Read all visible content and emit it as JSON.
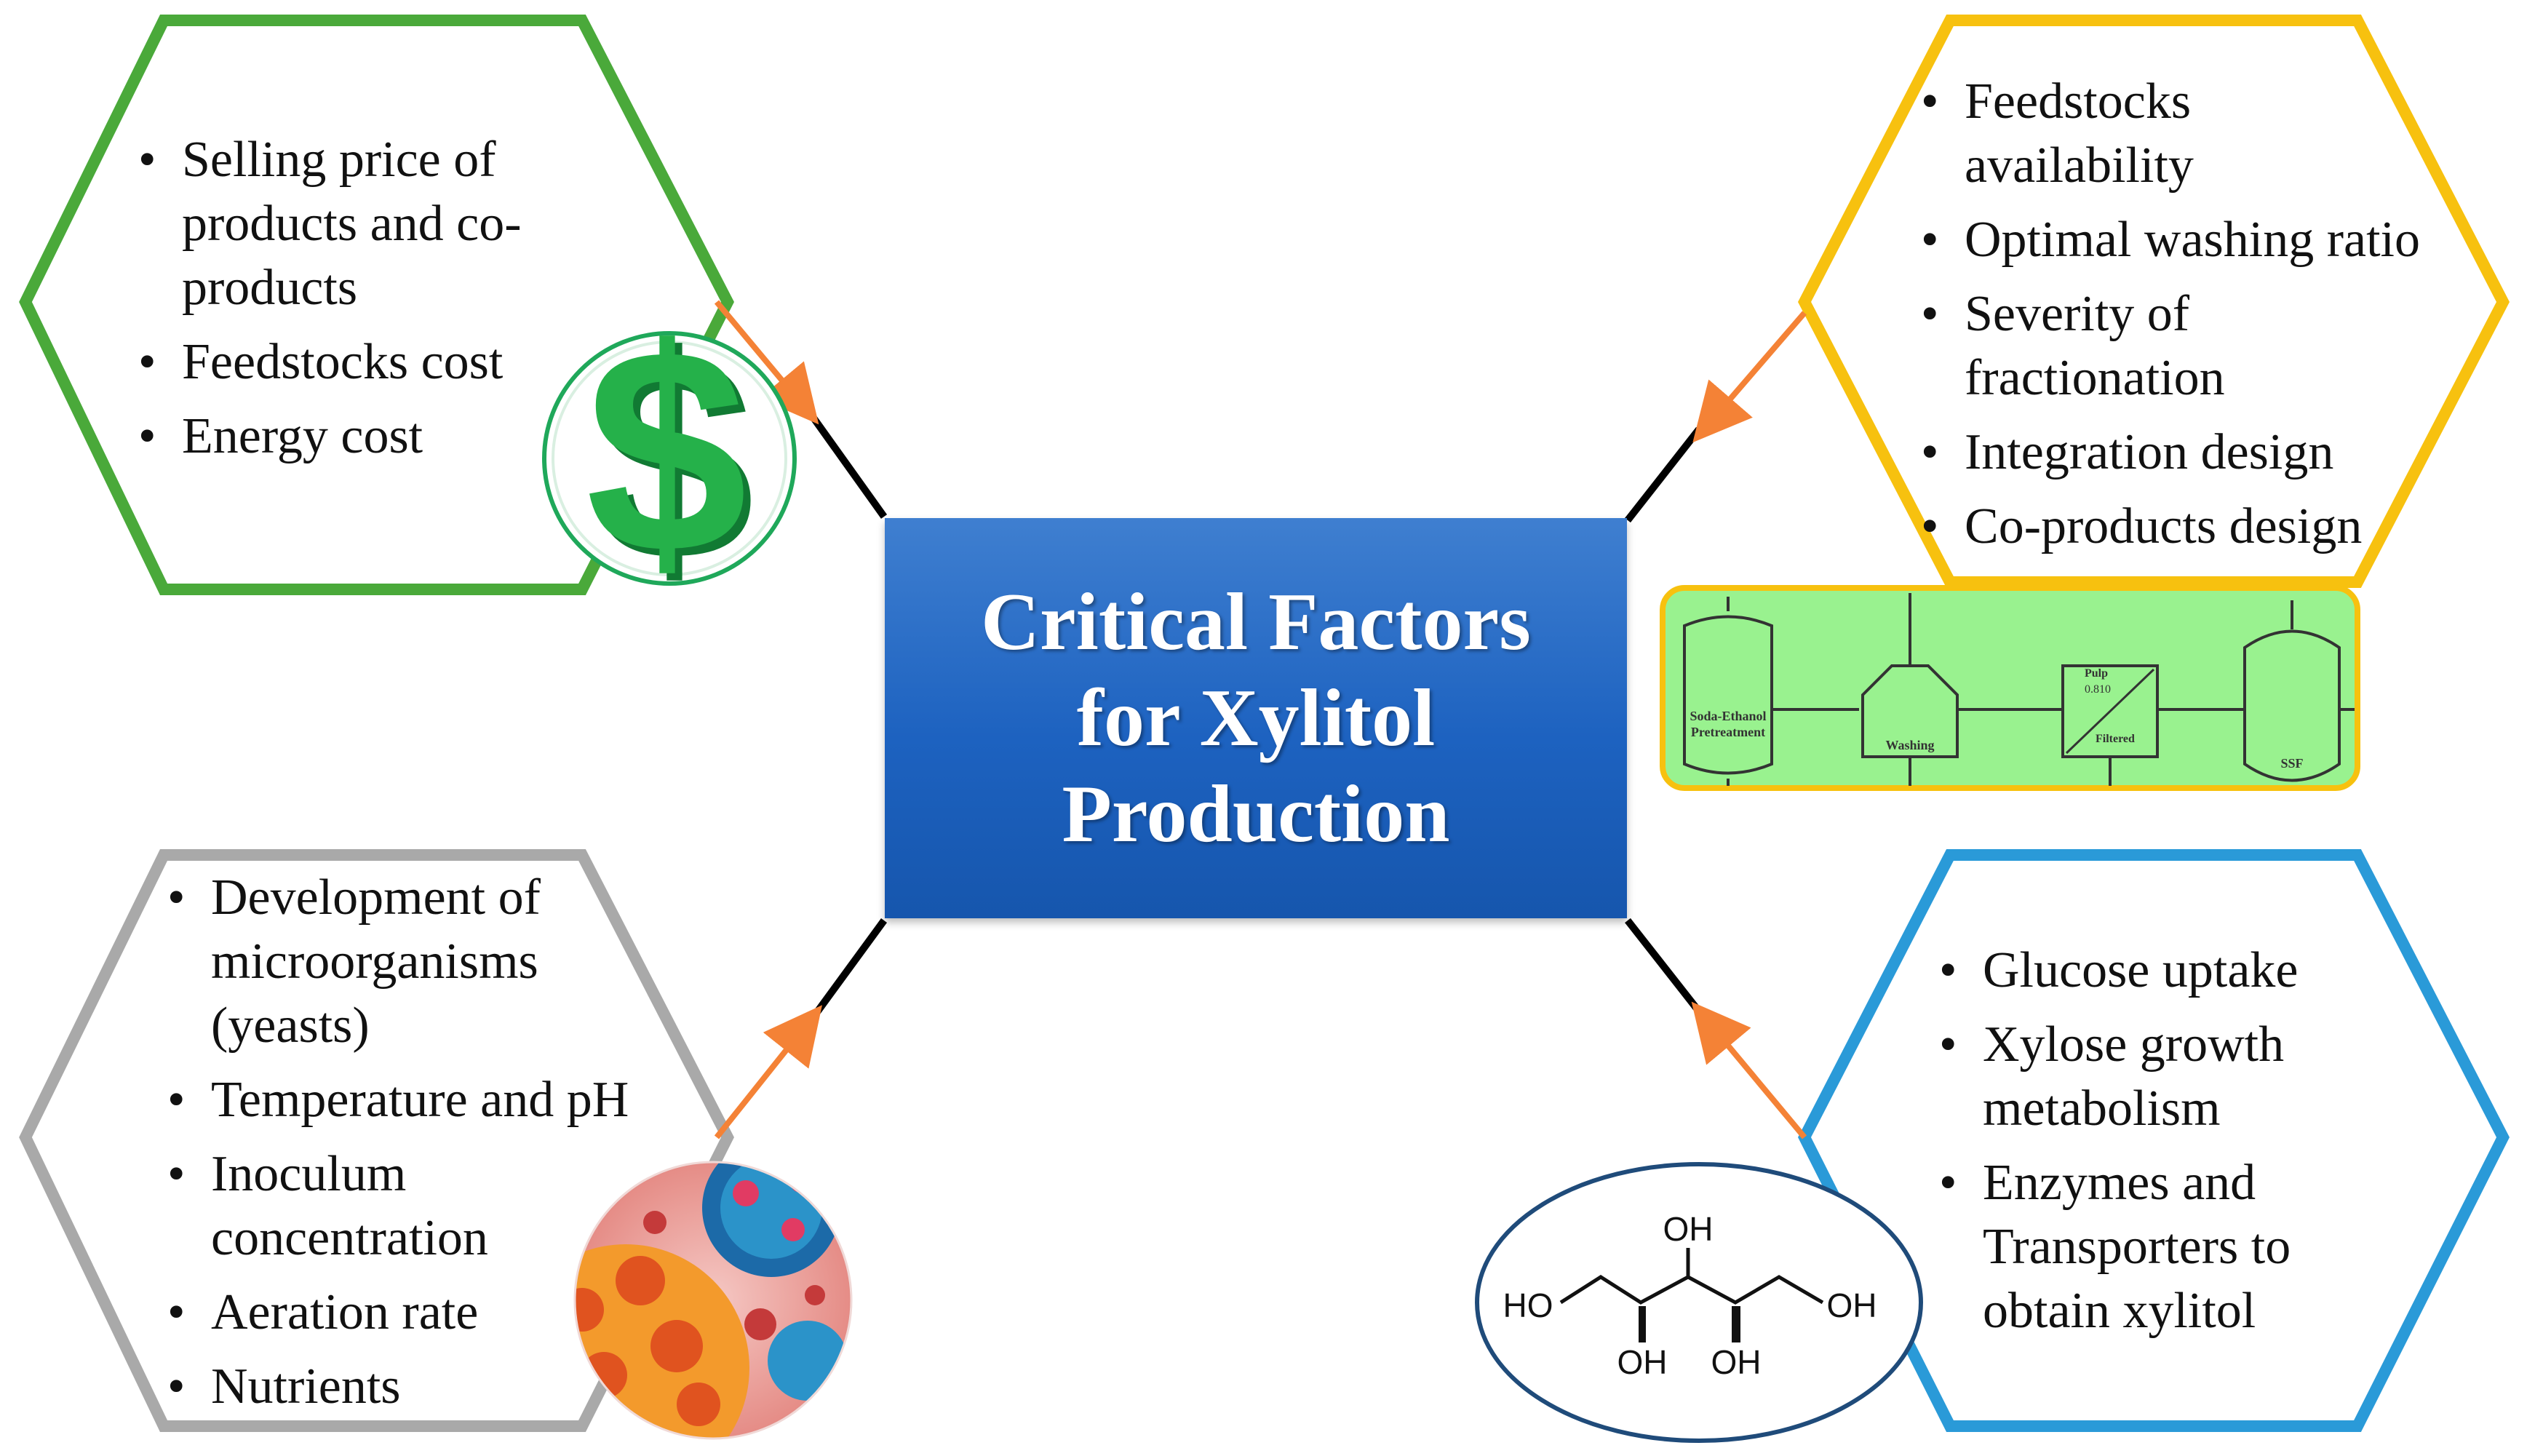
{
  "center": {
    "title": "Critical Factors\nfor Xylitol\nProduction"
  },
  "economic": {
    "color": "#4aa93a",
    "items": [
      "Selling price of products and co-products",
      "Feedstocks cost",
      "Energy cost"
    ]
  },
  "process": {
    "color": "#f7c10f",
    "items": [
      "Feedstocks availability",
      "Optimal washing ratio",
      "Severity of fractionation",
      "Integration design",
      "Co-products design"
    ],
    "flowsheet": {
      "pretreatment_label_1": "Soda-Ethanol",
      "pretreatment_label_2": "Pretreatment",
      "washing_label": "Washing",
      "pulp_label": "Pulp",
      "pulp_value": "0.810",
      "filtered_label": "Filtered",
      "ssf_label": "SSF"
    }
  },
  "biological": {
    "color": "#a9a9a9",
    "items": [
      "Development of microorganisms (yeasts)",
      "Temperature and pH",
      "Inoculum concentration",
      "Aeration rate",
      "Nutrients"
    ]
  },
  "metabolic": {
    "color": "#2a9ad8",
    "items": [
      "Glucose uptake",
      "Xylose growth metabolism",
      "Enzymes and Transporters to obtain xylitol"
    ],
    "xylitol_labels": {
      "oh_top": "OH",
      "ho_left": "HO",
      "oh_right": "OH",
      "oh_bottom_left": "OH",
      "oh_bottom_right": "OH"
    }
  },
  "icons": {
    "dollar_icon": "$"
  },
  "colors": {
    "arrow": "#f48236",
    "connector": "#000000",
    "center_box": "#2566c6",
    "flowsheet_bg": "#99f28f"
  }
}
